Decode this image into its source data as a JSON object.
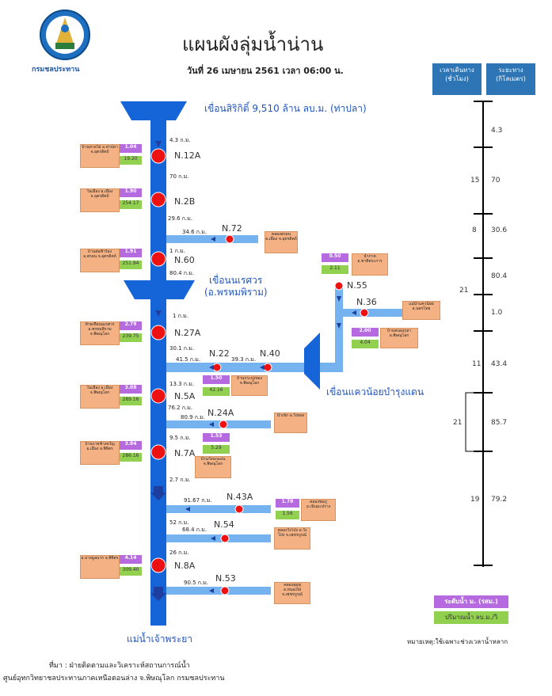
{
  "header": {
    "title": "แผนผังลุ่มน้ำน่าน",
    "date": "วันที่ 26 เมษายน 2561 เวลา 06:00 น.",
    "logo_text": "กรมชลประทาน"
  },
  "dams": {
    "sirikit": "เขื่อนสิริกิติ์ 9,510 ล้าน ลบ.ม. (ท่าปลา)",
    "naresuan_1": "เขื่อนนเรศวร",
    "naresuan_2": "(อ.พรหมพิราม)",
    "khwae_noi": "เขื่อนแควน้อยบำรุงแดน"
  },
  "river_end": "แม่น้ำเจ้าพระยา",
  "stations": {
    "n12a": {
      "code": "N.12A",
      "loc": "บ้านหาดไผ่ อ.ท่าปลา จ.อุตรดิตถ์",
      "level": "1.04",
      "flow": "19.20",
      "km_above": "4.3 ก.ม.",
      "km_below": "70 ก.ม."
    },
    "n2b": {
      "code": "N.2B",
      "loc": "ในเมือง อ.เมือง จ.อุตรดิตถ์",
      "level": "1.90",
      "flow": "254.17",
      "km_below": "29.6 ก.ม."
    },
    "n60": {
      "code": "N.60",
      "loc": "บ้านต่อฟ้าร้อง อ.ตรอน จ.อุตรดิตถ์",
      "level": "1.91",
      "flow": "251.94",
      "km_above": "1 ก.ม.",
      "km_below": "80.4 ก.ม."
    },
    "n27a": {
      "code": "N.27A",
      "loc": "ท้ายเขื่อนนเรศวร อ.พรหมพิราม จ.พิษณุโลก",
      "level": "2.79",
      "flow": "239.75",
      "km_above": "1 ก.ม.",
      "km_below": "30.1 ก.ม."
    },
    "n5a": {
      "code": "N.5A",
      "loc": "ในเมือง อ.เมือง จ.พิษณุโลก",
      "level": "3.08",
      "flow": "289.16",
      "km_above": "13.3 ก.ม.",
      "km_below": "76.2 ก.ม."
    },
    "n7a": {
      "code": "N.7A",
      "loc": "บ้านราชช้างขวัญ อ.เมือง จ.พิจิตร",
      "level": "3.84",
      "flow": "286.16",
      "km_above": "9.5 ก.ม.",
      "km_below": "2.7 ก.ม."
    },
    "n8a": {
      "code": "N.8A",
      "loc": "อ.บางมูลนาก จ.พิจิตร",
      "level": "4.14",
      "flow": "309.40",
      "km_above": "26 ก.ม."
    },
    "n72": {
      "code": "N.72",
      "loc": "คลองตรอน อ.เมือง จ.อุตรดิตถ์",
      "km": "34.6 ก.ม."
    },
    "n55": {
      "code": "N.55",
      "loc": "น้ำภาค อ.ชาติตระการ",
      "level": "0.50",
      "flow": "2.11"
    },
    "n36": {
      "code": "N.36",
      "loc": "แม่น้ำแควน้อย อ.นครไทย"
    },
    "n36b": {
      "loc": "บ้านหนองกุลา อ.พิษณุโลก",
      "level": "2.00",
      "flow": "4.04"
    },
    "n22": {
      "code": "N.22",
      "km": "41.5 ก.ม."
    },
    "n40": {
      "code": "N.40",
      "km": "39.3 ก.ม."
    },
    "n22b": {
      "loc": "บ้านกระบุ่งทอง จ.พิษณุโลก",
      "level": "1.50",
      "flow": "42.16"
    },
    "n24a": {
      "code": "N.24A",
      "loc": "น้ำเข็ก อ.วังทอง",
      "km": "80.9 ก.ม."
    },
    "n7b": {
      "loc": "บ้านวังนกแอ่น จ.พิษณุโลก",
      "level": "1.53",
      "flow": "5.29"
    },
    "n43a": {
      "code": "N.43A",
      "loc": "คลองชมภู อ.เนินมะปราง",
      "level": "1.78",
      "flow": "1.56",
      "km": "91.67 ก.ม."
    },
    "n54": {
      "code": "N.54",
      "loc": "คลองวังโป่ง อ.วังโป่ง จ.เพชรบูรณ์",
      "km_above": "52 ก.ม.",
      "km": "68.4 ก.ม."
    },
    "n53": {
      "code": "N.53",
      "loc": "คลองลุมพุ อ.หนองไผ่ จ.เพชรบูรณ์",
      "km": "90.5 ก.ม."
    }
  },
  "ruler": {
    "header_time": "เวลาเดินทาง (ชั่วโมง)",
    "header_dist": "ระยะทาง (กิโลเมตร)",
    "items": [
      {
        "dist": "4.3",
        "time": ""
      },
      {
        "dist": "70",
        "time": "15"
      },
      {
        "dist": "30.6",
        "time": "8"
      },
      {
        "dist": "80.4",
        "time": ""
      },
      {
        "dist": "1.0",
        "time": "21"
      },
      {
        "dist": "43.4",
        "time": "11"
      },
      {
        "dist": "85.7",
        "time": "21"
      },
      {
        "dist": "79.2",
        "time": "19"
      }
    ]
  },
  "legend": {
    "level": "ระดับน้ำ ม. (รสม.)",
    "flow": "ปริมาณน้ำ ลบ.ม./วิ",
    "note": "หมายเหตุ:ใช้เฉพาะช่วงเวลาน้ำหลาก"
  },
  "footer": {
    "line1": "ที่มา : ฝ่ายติดตามและวิเคราะห์สถานการณ์น้ำ",
    "line2": "ศูนย์อุทกวิทยาชลประทานภาคเหนือตอนล่าง จ.พิษณุโลก กรมชลประทาน"
  },
  "colors": {
    "river": "#1565d8",
    "tributary": "#74b3ef",
    "station": "#ee1111",
    "level_box": "#b56ae0",
    "flow_box": "#92d050",
    "loc_box": "#f4b183"
  }
}
